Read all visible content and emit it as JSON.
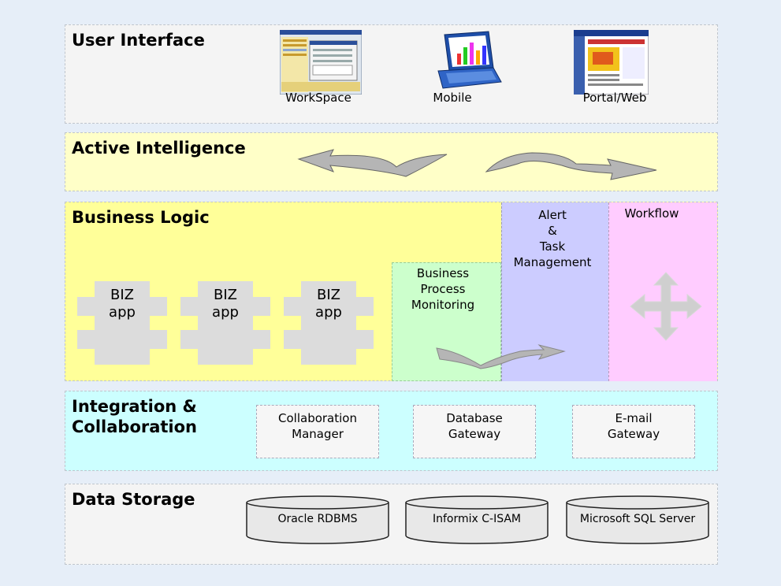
{
  "layers": {
    "user_interface": {
      "title": "User Interface",
      "items": [
        {
          "label": "WorkSpace",
          "icon": "workspace-screenshot-icon"
        },
        {
          "label": "Mobile",
          "icon": "laptop-icon"
        },
        {
          "label": "Portal/Web",
          "icon": "portal-screenshot-icon"
        }
      ]
    },
    "active_intelligence": {
      "title": "Active Intelligence"
    },
    "business_logic": {
      "title": "Business Logic",
      "apps": [
        {
          "line1": "BIZ",
          "line2": "app"
        },
        {
          "line1": "BIZ",
          "line2": "app"
        },
        {
          "line1": "BIZ",
          "line2": "app"
        }
      ],
      "bpm_lines": [
        "Business",
        "Process",
        "Monitoring"
      ],
      "alert_lines": [
        "Alert",
        "&",
        "Task",
        "Management"
      ],
      "workflow": "Workflow"
    },
    "integration": {
      "title_line1": "Integration &",
      "title_line2": "Collaboration",
      "boxes": [
        {
          "line1": "Collaboration",
          "line2": "Manager"
        },
        {
          "line1": "Database",
          "line2": "Gateway"
        },
        {
          "line1": "E-mail",
          "line2": "Gateway"
        }
      ]
    },
    "data_storage": {
      "title": "Data Storage",
      "databases": [
        "Oracle RDBMS",
        "Informix C-ISAM",
        "Microsoft SQL Server"
      ]
    }
  },
  "colors": {
    "background": "#e6eef8",
    "user_interface": "#f4f4f4",
    "active_intelligence": "#ffffc8",
    "business_logic": "#ffff99",
    "bpm": "#ccffcc",
    "alert": "#ccccff",
    "workflow": "#ffccff",
    "integration": "#ccffff",
    "data_storage": "#f4f4f4",
    "arrow_gray": "#b5b5b5"
  }
}
